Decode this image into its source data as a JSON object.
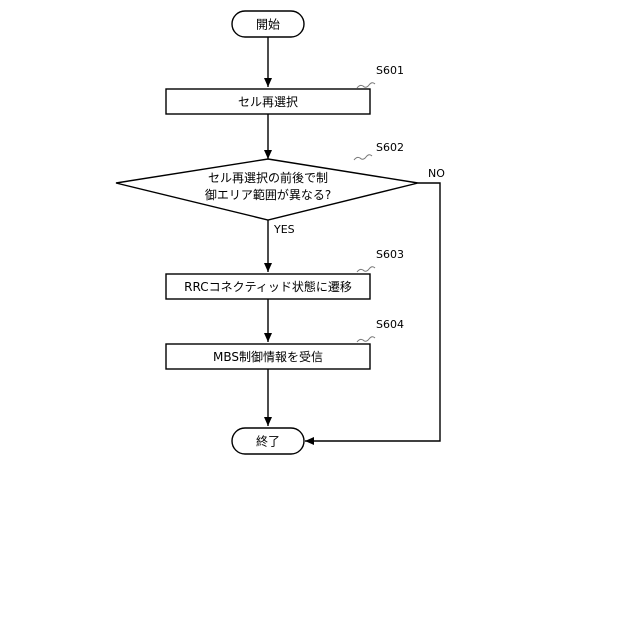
{
  "flowchart": {
    "start": "開始",
    "end": "終了",
    "steps": [
      {
        "id": "S601",
        "text": "セル再選択"
      },
      {
        "id": "S602",
        "line1": "セル再選択の前後で制",
        "line2": "御エリア範囲が異なる?"
      },
      {
        "id": "S603",
        "text": "RRCコネクティッド状態に遷移"
      },
      {
        "id": "S604",
        "text": "MBS制御情報を受信"
      }
    ],
    "branches": {
      "yes": "YES",
      "no": "NO"
    }
  }
}
